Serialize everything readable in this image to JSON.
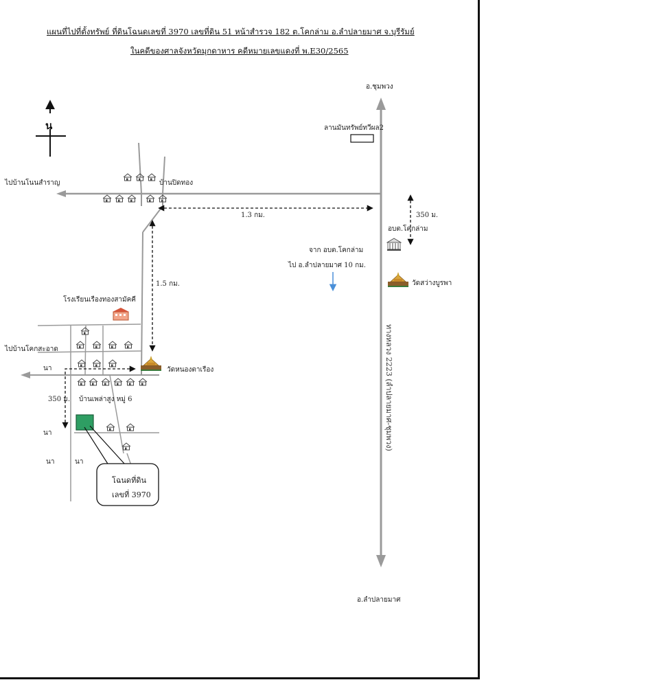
{
  "title": {
    "line1": "แผนที่ไปที่ตั้งทรัพย์ ที่ดินโฉนดเลขที่ 3970 เลขที่ดิน 51 หน้าสำรวจ 182 ต.โคกล่าม อ.ลำปลายมาศ จ.บุรีรัมย์",
    "line2": "ในคดีของศาลจังหวัดมุกดาหาร คดีหมายเลขแดงที่ พ.E30/2565"
  },
  "compass": {
    "north_label": "น"
  },
  "labels": {
    "chumphuang": "อ.ชุมพวง",
    "lamplaimat": "อ.ลำปลายมาศ",
    "tapioca_yard": "ลานมันทรัพย์ทวีผล2",
    "to_ban_non_samran": "ไปบ้านโนนสำราญ",
    "ban_nong_pid_thong": "บ้านปิดทอง",
    "dist_13km": "1.3 กม.",
    "dist_350m_right": "350 ม.",
    "sao_khok_lam": "อบต.โคกล่าม",
    "from_sao": "จาก อบต.โคกล่าม",
    "to_lamplaimat_10km": "ไป อ.ลำปลายมาศ 10 กม.",
    "wat_sawang_burapha": "วัดสว่างบูรพา",
    "dist_15km": "1.5 กม.",
    "school": "โรงเรียนเรืองทองสามัคคี",
    "highway": "ทางหลวง 2223 (ลำปลายมาศ-ชุมพวง)",
    "to_ban_khok_sa_at": "ไปบ้านโคกสะอาด",
    "na_1": "นา",
    "wat_nong_ta_rueang": "วัดหนองตาเรือง",
    "dist_350m_left": "350 ม.",
    "ban_phla_sung": "บ้านเพล่าสูง หมู่ 6",
    "na_2": "นา",
    "na_3": "นา",
    "na_4": "นา",
    "deed_line1": "โฉนดที่ดิน",
    "deed_line2": "เลขที่ 3970"
  },
  "colors": {
    "road": "#9a9a9a",
    "plot": "#2e9e63",
    "blue_arrow": "#4a8fd8"
  },
  "icons": [
    "house-icon",
    "temple-icon",
    "school-icon",
    "government-office-icon"
  ]
}
